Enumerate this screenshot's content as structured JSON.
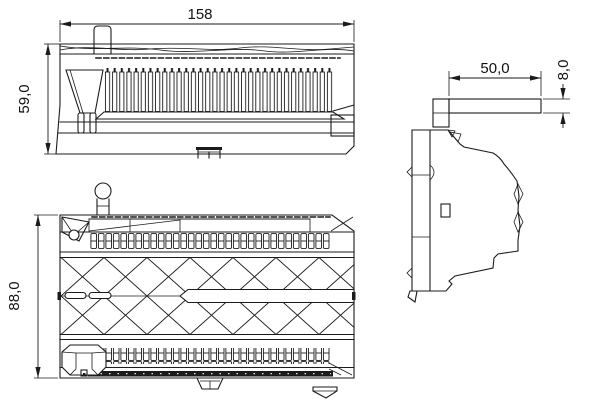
{
  "canvas": {
    "background": "#ffffff",
    "line_color": "#1b1b1b",
    "text_color": "#111111"
  },
  "views": {
    "front": {
      "label_width": "158",
      "label_height": "59,0"
    },
    "top": {
      "label_height": "88,0"
    },
    "side": {
      "label_depth": "50,0",
      "label_thickness": "8,0"
    }
  }
}
